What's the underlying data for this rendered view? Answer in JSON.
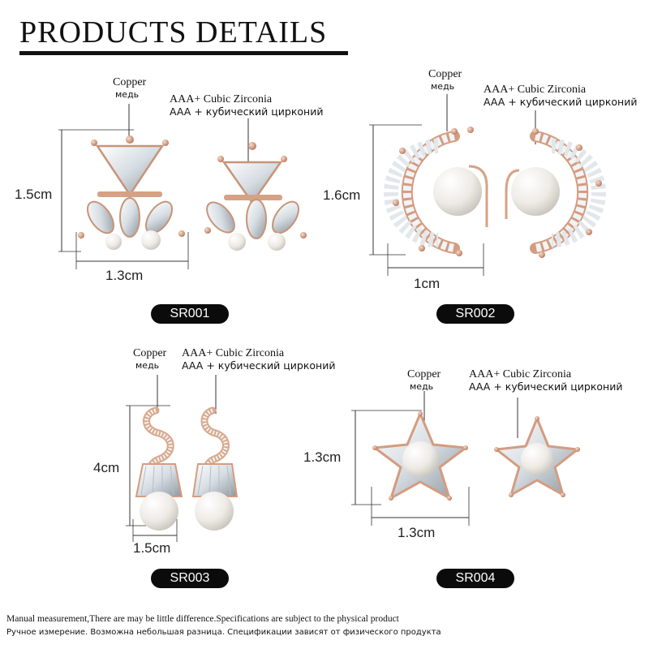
{
  "header": {
    "title": "PRODUCTS DETAILS"
  },
  "materials": {
    "copper_en": "Copper",
    "copper_ru": "медь",
    "zirconia_en": "AAA+ Cubic Zirconia",
    "zirconia_ru": "AAA + кубический цирконий"
  },
  "products": [
    {
      "code": "SR001",
      "height": "1.5cm",
      "width": "1.3cm"
    },
    {
      "code": "SR002",
      "height": "1.6cm",
      "width": "1cm"
    },
    {
      "code": "SR003",
      "height": "4cm",
      "width": "1.5cm"
    },
    {
      "code": "SR004",
      "height": "1.3cm",
      "width": "1.3cm"
    }
  ],
  "footer": {
    "note_en": "Manual measurement,There are may be little difference.Specifications are subject to the physical product",
    "note_ru": "Ручное измерение. Возможна небольшая разница. Спецификации зависят от физического продукта"
  },
  "colors": {
    "rose_gold": "#d9a98c",
    "pearl": "#f4f2ee",
    "crystal": "#e9eef2",
    "badge": "#0b0b0b"
  }
}
